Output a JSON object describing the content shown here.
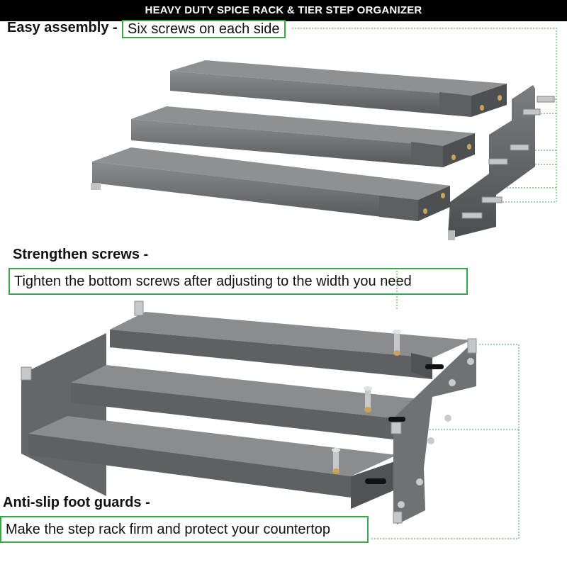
{
  "title": "HEAVY DUTY SPICE RACK & TIER STEP ORGANIZER",
  "sections": {
    "assembly": {
      "heading": "Easy assembly -",
      "callout": "Six screws on each side"
    },
    "screws": {
      "heading": "Strengthen screws -",
      "callout": "Tighten the bottom screws after adjusting to the width you need"
    },
    "feet": {
      "heading": "Anti-slip foot guards -",
      "callout": "Make the step rack firm and protect your countertop"
    }
  },
  "colors": {
    "callout_border": "#3aa64a",
    "rack_gray": "#6b6e70",
    "title_bg": "#000000"
  }
}
